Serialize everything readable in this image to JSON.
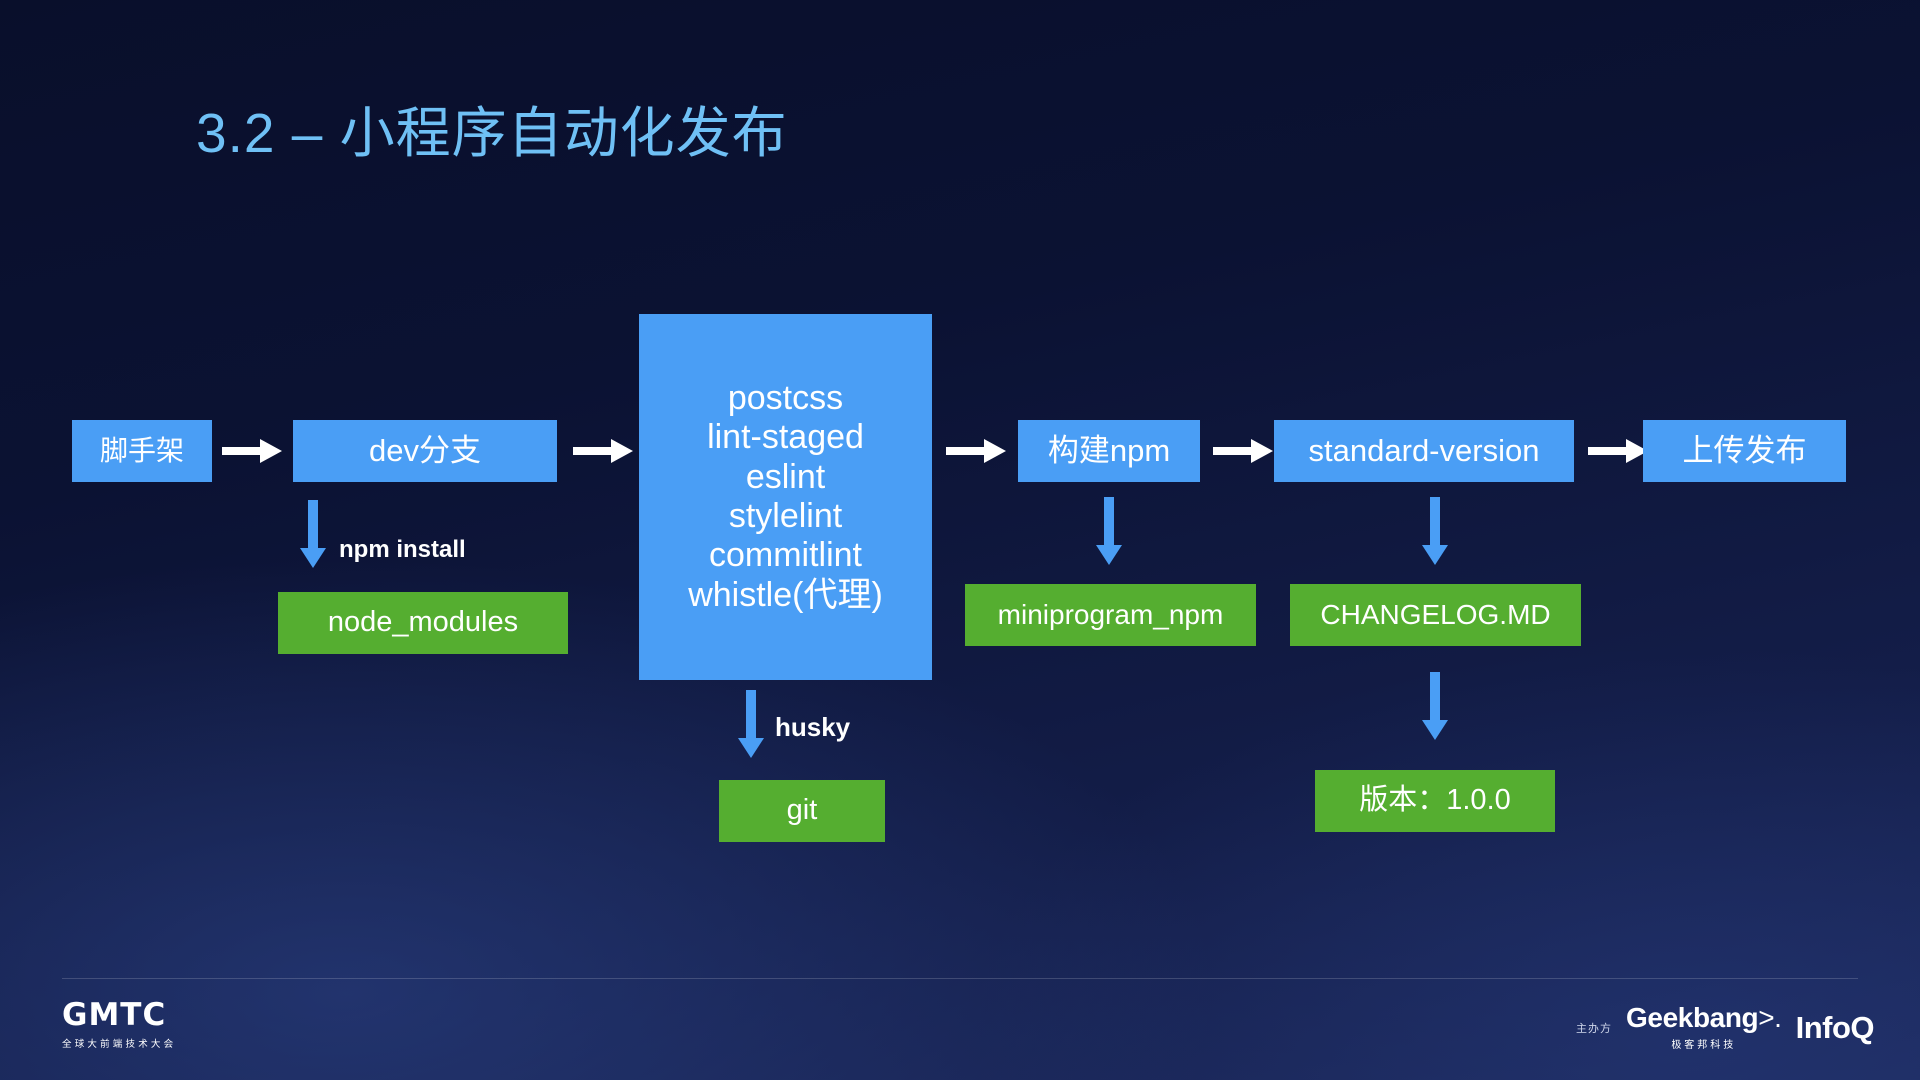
{
  "slide": {
    "title": "3.2 – 小程序自动化发布",
    "title_color": "#6fc0f5",
    "background_color": "#0c1333",
    "box_blue_color": "#4a9ef5",
    "box_green_color": "#55ae30"
  },
  "flow": {
    "main_steps": [
      {
        "label": "脚手架"
      },
      {
        "label": "dev分支"
      },
      {
        "label": "postcss\nlint-staged\neslint\nstylelint\ncommitlint\nwhistle(代理)"
      },
      {
        "label": "构建npm"
      },
      {
        "label": "standard-version"
      },
      {
        "label": "上传发布"
      }
    ],
    "pipeline_lines": [
      "postcss",
      "lint-staged",
      "eslint",
      "stylelint",
      "commitlint",
      "whistle(代理)"
    ],
    "outputs": [
      {
        "label": "node_modules",
        "edge_label": "npm install"
      },
      {
        "label": "git",
        "edge_label": "husky"
      },
      {
        "label": "miniprogram_npm",
        "edge_label": ""
      },
      {
        "label": "CHANGELOG.MD",
        "edge_label": ""
      },
      {
        "label": "版本：1.0.0",
        "edge_label": ""
      }
    ]
  },
  "footer": {
    "brand_word": "GMTC",
    "brand_sub": "全球大前端技术大会",
    "host_label": "主办方",
    "geekbang_word": "Geekbang",
    "geekbang_tail": ">.",
    "geekbang_sub": "极客邦科技",
    "infoq_word": "InfoQ"
  }
}
